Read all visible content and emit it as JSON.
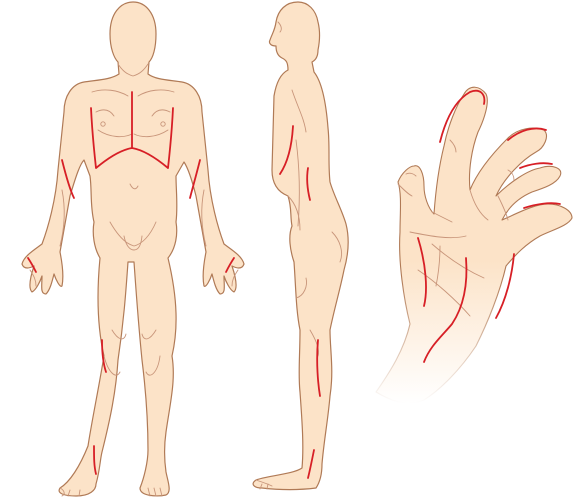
{
  "colors": {
    "skin": "#fce3c8",
    "outline": "#b07a56",
    "detail": "#c8957a",
    "incision": "#d71f26",
    "background": "#ffffff"
  },
  "figures": [
    {
      "id": "front-body",
      "view": "anterior"
    },
    {
      "id": "side-body",
      "view": "lateral"
    },
    {
      "id": "hand",
      "view": "palm"
    }
  ]
}
